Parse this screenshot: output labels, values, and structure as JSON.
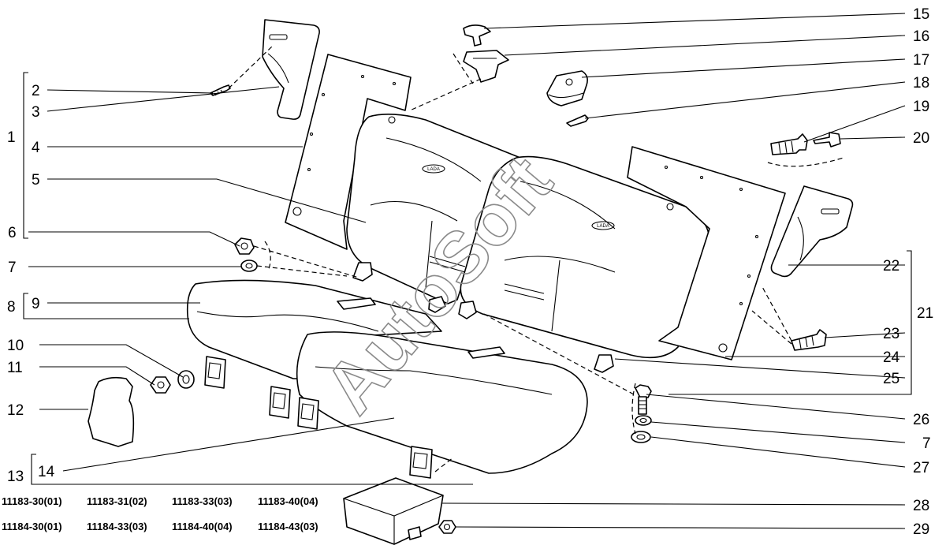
{
  "callouts_right": [
    "15",
    "16",
    "17",
    "18",
    "19",
    "20",
    "21",
    "22",
    "23",
    "24",
    "25",
    "26",
    "7",
    "27",
    "28",
    "29"
  ],
  "callouts_left": [
    "1",
    "2",
    "3",
    "4",
    "5",
    "6",
    "7",
    "8",
    "9",
    "10",
    "11",
    "12",
    "13",
    "14"
  ],
  "variants": [
    [
      "11183-30(01)",
      "11183-31(02)",
      "11183-33(03)",
      "11183-40(04)"
    ],
    [
      "11184-30(01)",
      "11184-33(03)",
      "11184-40(04)",
      "11184-43(03)"
    ]
  ],
  "watermark": "AutoSoft",
  "emblem_text": "LADA"
}
